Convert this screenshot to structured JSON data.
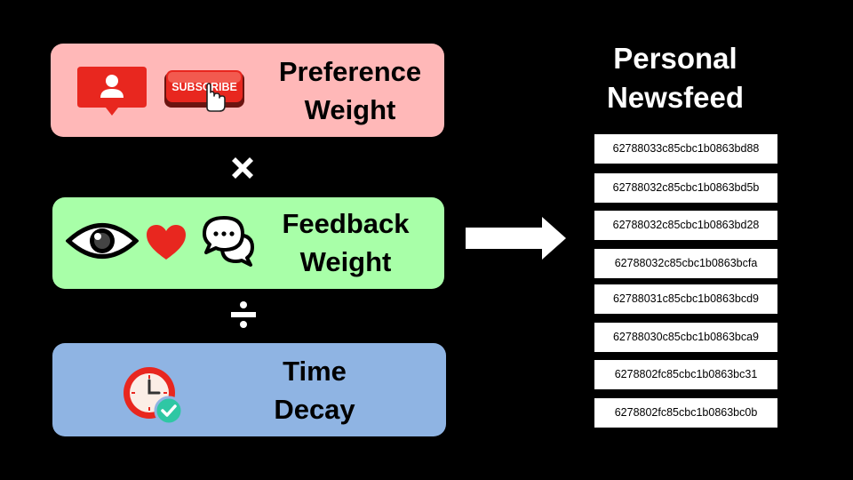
{
  "colors": {
    "background": "#000000",
    "preference_box": "#ffb8b8",
    "feedback_box": "#a8ffa8",
    "time_box": "#8fb4e3",
    "accent_red": "#e8271f",
    "clock_check": "#2fc7a4"
  },
  "preference": {
    "line1": "Preference",
    "line2": "Weight",
    "subscribe_label": "SUBSCRIBE",
    "icons": [
      "user-notification-icon",
      "subscribe-button-icon",
      "hand-cursor-icon"
    ]
  },
  "operator_multiply": "✖",
  "feedback": {
    "line1": "Feedback",
    "line2": "Weight",
    "icons": [
      "eye-icon",
      "heart-icon",
      "chat-bubbles-icon"
    ]
  },
  "operator_divide": "÷",
  "time": {
    "line1": "Time",
    "line2": "Decay",
    "icons": [
      "clock-check-icon"
    ]
  },
  "arrow_icon": "right-arrow-icon",
  "newsfeed": {
    "title_line1": "Personal",
    "title_line2": "Newsfeed",
    "items": [
      "62788033c85cbc1b0863bd88",
      "62788032c85cbc1b0863bd5b",
      "62788032c85cbc1b0863bd28",
      "62788032c85cbc1b0863bcfa",
      "62788031c85cbc1b0863bcd9",
      "62788030c85cbc1b0863bca9",
      "6278802fc85cbc1b0863bc31",
      "6278802fc85cbc1b0863bc0b"
    ]
  }
}
